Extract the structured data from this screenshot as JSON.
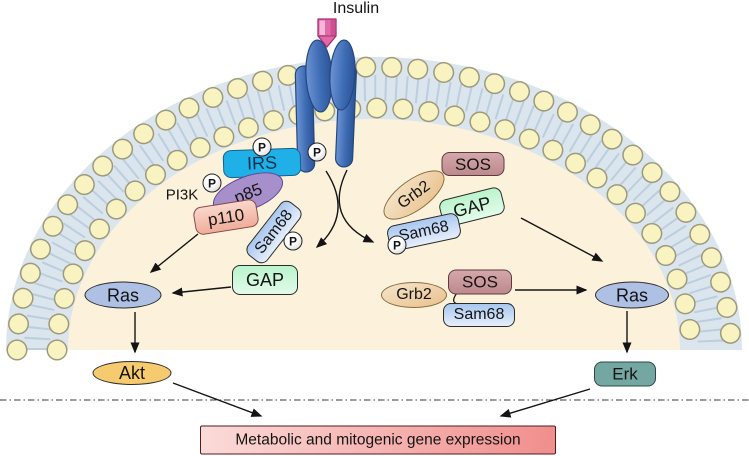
{
  "figure": {
    "insulin_label": "Insulin",
    "pi3k_label": "PI3K",
    "phospho_label": "P",
    "gene_expression_label": "Metabolic and mitogenic gene expression",
    "nodes": {
      "irs": "IRS",
      "p85": "p85",
      "p110": "p110",
      "sam68_left": "Sam68",
      "gap_left": "GAP",
      "sos_upper": "SOS",
      "grb2_upper": "Grb2",
      "gap_right": "GAP",
      "sam68_right": "Sam68",
      "ras_left": "Ras",
      "akt": "Akt",
      "grb2_lower": "Grb2",
      "sos_lower": "SOS",
      "sam68_lower": "Sam68",
      "ras_right": "Ras",
      "erk": "Erk"
    }
  },
  "colors": {
    "membrane-head": "#f9f3c2",
    "membrane-head-border": "#9d9a7c",
    "membrane-tails": "#dbe5ee",
    "membrane-rung": "#bccede",
    "cytoplasm": "#fcf2dc",
    "extracellular": "#ffffff",
    "receptor-blue": "#3e6cb4",
    "receptor-outline": "#24477e",
    "insulin-pink": "#e06aa8",
    "insulin-outline": "#a92c72",
    "irs-blue": "#1fb0e8",
    "p85-purple": "#a78fcb",
    "p110-salmon": "#f0ad9a",
    "sam68-blue": "#a9c7ef",
    "gap-green": "#baf4cc",
    "sos-mauve": "#bd8a8e",
    "grb2-tan": "#e9c08c",
    "ras-periwinkle": "#aec0e4",
    "akt-gold": "#f6cb6f",
    "erk-teal": "#74a7a2",
    "gene-pink-light": "#fbdbd9",
    "gene-pink-dark": "#f08e8c",
    "arrow-black": "#141414"
  }
}
